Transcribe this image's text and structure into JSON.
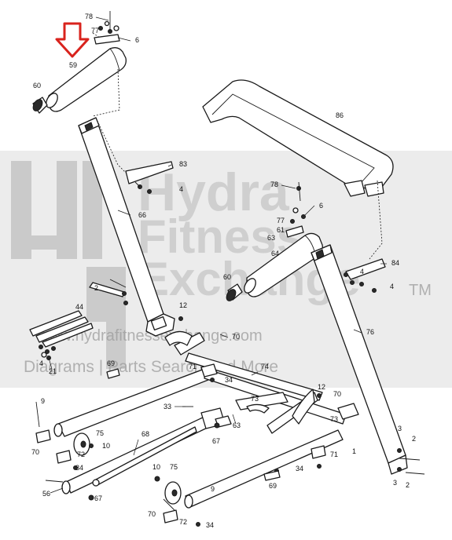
{
  "watermark": {
    "line1": "Hydra",
    "line2": "Fitness",
    "line3": "Exchange",
    "tm": "TM",
    "url": "www.hydrafitnessexchange.com",
    "tagline": "Diagrams | Parts Search And More"
  },
  "colors": {
    "arrow": "#d9231d",
    "watermark_band": "#e6e6e6",
    "line": "#1a1a1a"
  },
  "callouts": {
    "c78a": "78",
    "c77a": "77",
    "c6a": "6",
    "c59": "59",
    "c60a": "60",
    "c86": "86",
    "c83": "83",
    "c4a": "4",
    "c78b": "78",
    "c6b": "6",
    "c66": "66",
    "c77b": "77",
    "c61": "61",
    "c63a": "63",
    "c64": "64",
    "c60b": "60",
    "c84": "84",
    "c4b": "4",
    "c4c": "4",
    "c2a": "2",
    "c12a": "12",
    "c44": "44",
    "c70a": "70",
    "c76": "76",
    "c4d": "4",
    "c21": "21",
    "c69a": "69",
    "c71a": "71",
    "c34a": "34",
    "c74": "74",
    "c9a": "9",
    "c33": "33",
    "c73a": "73",
    "c12b": "12",
    "c70b": "70",
    "c63b": "63",
    "c73b": "73",
    "c75a": "75",
    "c67a": "67",
    "c68": "68",
    "c70c": "70",
    "c72a": "72",
    "c10a": "10",
    "c34b": "34",
    "c1": "1",
    "c71b": "71",
    "c3a": "3",
    "c2b": "2",
    "c34c": "34",
    "c56": "56",
    "c67b": "67",
    "c10b": "10",
    "c75b": "75",
    "c9b": "9",
    "c69b": "69",
    "c3b": "3",
    "c2c": "2",
    "c70d": "70",
    "c72b": "72",
    "c34d": "34"
  }
}
